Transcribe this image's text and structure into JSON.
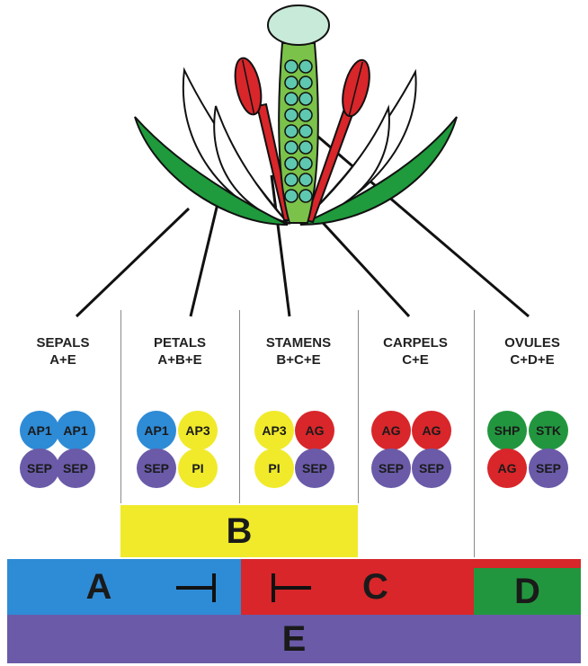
{
  "colors": {
    "AP1": "#2e8bd6",
    "AP3": "#f0ea2a",
    "PI": "#f0ea2a",
    "AG": "#d8262a",
    "SEP": "#6a5aa8",
    "SHP": "#22963e",
    "STK": "#22963e",
    "bandA": "#2e8bd6",
    "bandB": "#f0ea2a",
    "bandC": "#d8262a",
    "bandD": "#22963e",
    "bandE": "#6a5aa8",
    "sepal": "#1f9a3c",
    "stamen": "#d8262a",
    "carpel": "#7bc24a",
    "ovule": "#5fc8b0",
    "stigma": "#c8ead8"
  },
  "columns": [
    {
      "name": "SEPALS",
      "formula": "A+E",
      "proteins": [
        "AP1",
        "AP1",
        "SEP",
        "SEP"
      ]
    },
    {
      "name": "PETALS",
      "formula": "A+B+E",
      "proteins": [
        "AP1",
        "AP3",
        "SEP",
        "PI"
      ]
    },
    {
      "name": "STAMENS",
      "formula": "B+C+E",
      "proteins": [
        "AP3",
        "AG",
        "PI",
        "SEP"
      ]
    },
    {
      "name": "CARPELS",
      "formula": "C+E",
      "proteins": [
        "AG",
        "AG",
        "SEP",
        "SEP"
      ]
    },
    {
      "name": "OVULES",
      "formula": "C+D+E",
      "proteins": [
        "SHP",
        "STK",
        "AG",
        "SEP"
      ]
    }
  ],
  "bands": {
    "A": "A",
    "B": "B",
    "C": "C",
    "D": "D",
    "E": "E"
  }
}
